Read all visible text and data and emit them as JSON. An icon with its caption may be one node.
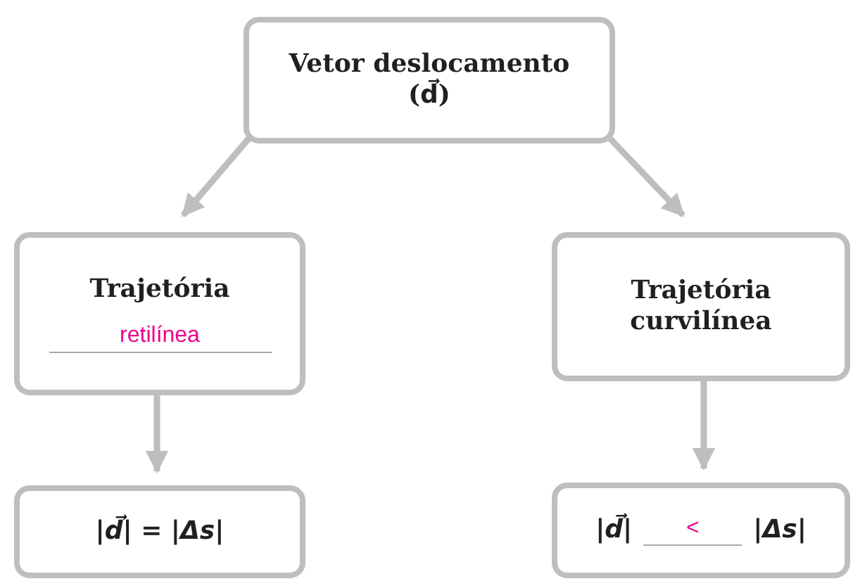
{
  "diagram": {
    "nodes": [
      {
        "text": [
          "Vetor deslocamento (d⃗)"
        ]
      },
      {
        "text": [
          "Trajetória",
          "retilínea"
        ]
      },
      {
        "text": [
          "Trajetória curvilínea"
        ]
      },
      {
        "text": [
          "|d⃗| = |Δs|"
        ]
      },
      {
        "text": [
          "|d⃗|",
          "<",
          "|Δs|"
        ]
      }
    ],
    "edges": [
      {
        "from": 0,
        "to": 1,
        "arrow": "to"
      },
      {
        "from": 0,
        "to": 2,
        "arrow": "to"
      },
      {
        "from": 1,
        "to": 3,
        "arrow": "to"
      },
      {
        "from": 2,
        "to": 4,
        "arrow": "to"
      }
    ]
  }
}
